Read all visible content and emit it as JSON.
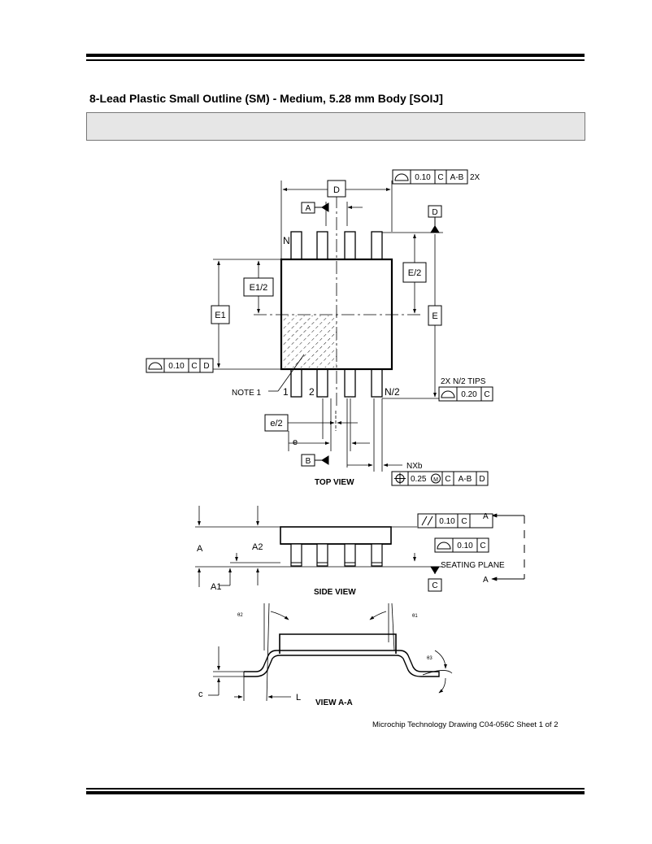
{
  "page": {
    "title": "8-Lead Plastic Small Outline (SM) - Medium, 5.28 mm Body  [SOIJ]",
    "note_box": "",
    "footer": "Microchip Technology Drawing  C04-056C Sheet 1 of 2"
  },
  "top_view": {
    "caption": "TOP VIEW",
    "dim_D": "D",
    "datum_A": "A",
    "datum_B": "B",
    "datum_D": "D",
    "dim_E_half": "E/2",
    "dim_E": "E",
    "dim_E1_half": "E1/2",
    "dim_E1": "E1",
    "pin_N": "N",
    "pin_1": "1",
    "pin_2": "2",
    "pin_N2": "N/2",
    "note_1": "NOTE 1",
    "dim_e_half": "e/2",
    "dim_e": "e",
    "nxb": "NXb",
    "tips_label": "2X N/2 TIPS",
    "fcf_top": {
      "tol": "0.10",
      "datum1": "C",
      "datum2": "A-B",
      "suffix": "2X"
    },
    "fcf_left": {
      "tol": "0.10",
      "datum1": "C",
      "datum2": "D"
    },
    "fcf_tips": {
      "tol": "0.20",
      "datum1": "C"
    },
    "fcf_pos": {
      "tol": "0.25",
      "modifier": "M",
      "datum1": "C",
      "datum2": "A-B",
      "datum3": "D"
    }
  },
  "side_view": {
    "caption": "SIDE VIEW",
    "dim_A": "A",
    "dim_A2": "A2",
    "dim_A1": "A1",
    "seating_plane": "SEATING PLANE",
    "datum_C": "C",
    "section_A_top": "A",
    "section_A_bottom": "A",
    "fcf_parallel": {
      "tol": "0.10",
      "datum1": "C"
    },
    "fcf_profile": {
      "tol": "0.10",
      "datum1": "C"
    }
  },
  "view_aa": {
    "caption": "VIEW A-A",
    "dim_c": "c",
    "dim_L": "L",
    "theta1": "θ1",
    "theta2": "θ2",
    "theta3": "θ3"
  }
}
